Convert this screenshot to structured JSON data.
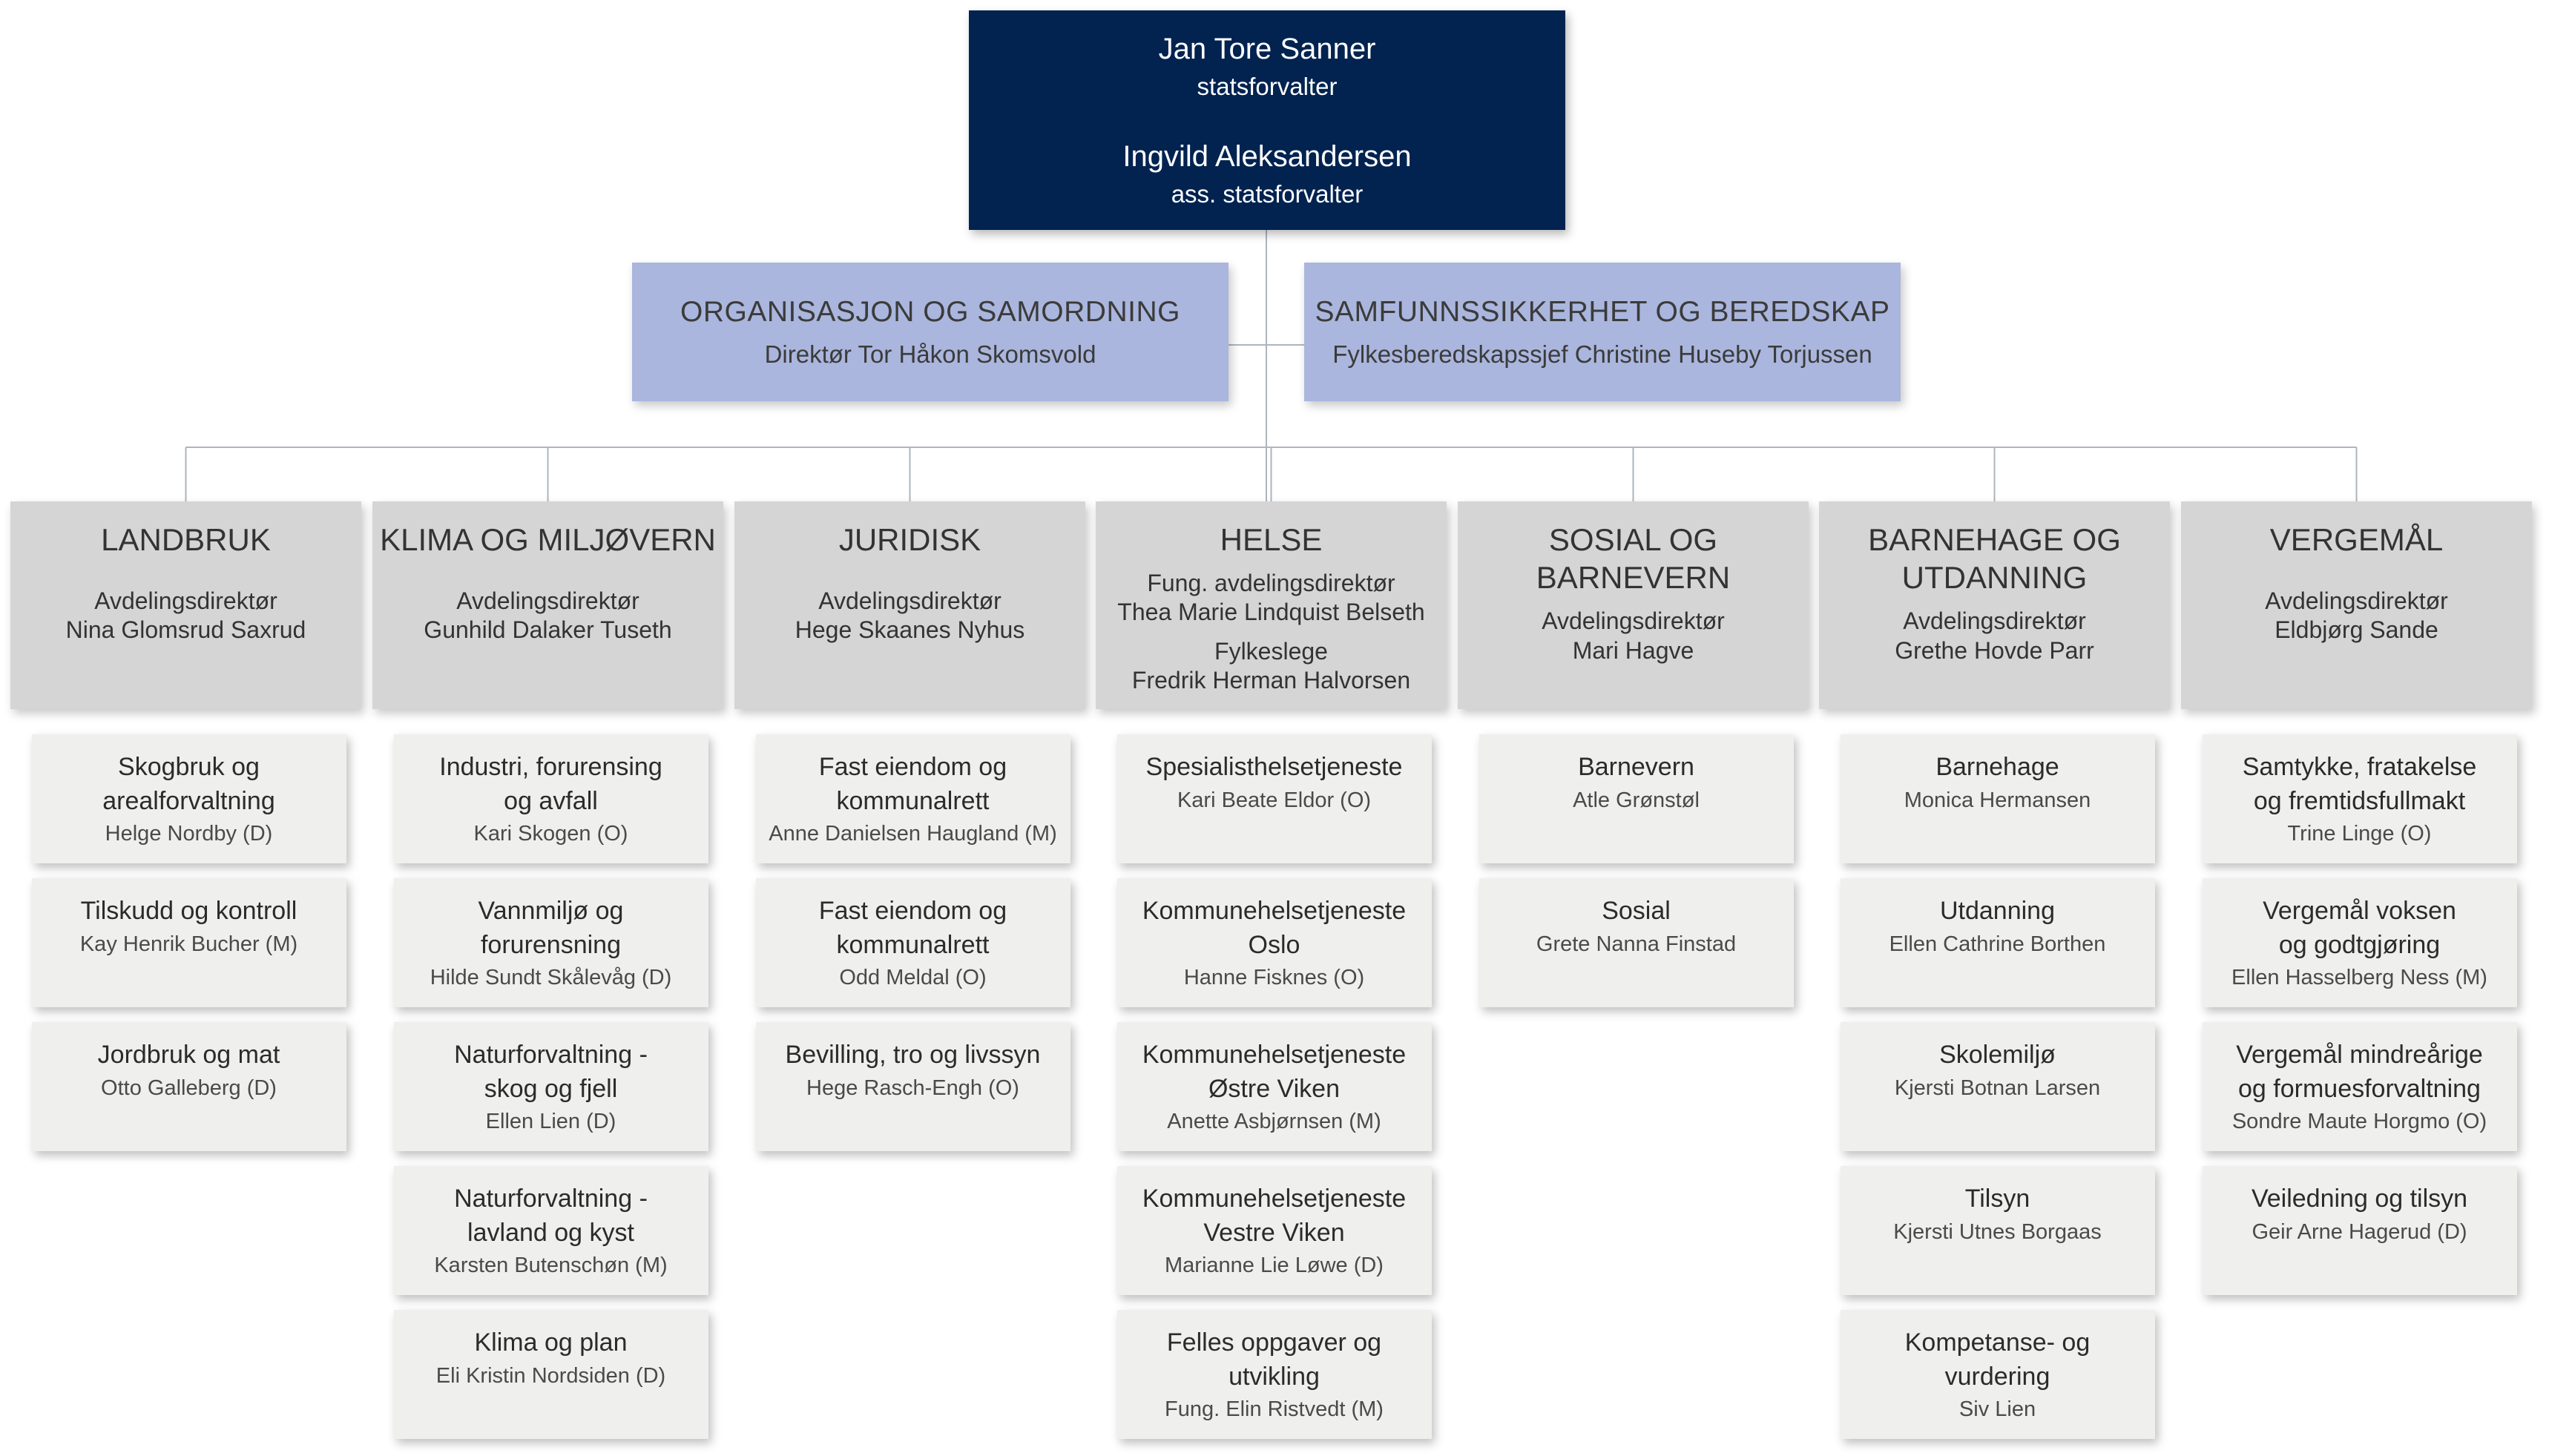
{
  "leadership": {
    "name1": "Jan Tore Sanner",
    "title1": "statsforvalter",
    "name2": "Ingvild Aleksandersen",
    "title2": "ass. statsforvalter"
  },
  "staff_units": [
    {
      "title": "ORGANISASJON OG SAMORDNING",
      "head": "Direktør Tor Håkon Skomsvold"
    },
    {
      "title": "SAMFUNNSSIKKERHET OG BEREDSKAP",
      "head": "Fylkesberedskapssjef Christine Huseby Torjussen"
    }
  ],
  "departments": [
    {
      "title_lines": [
        "LANDBRUK"
      ],
      "head_lines": [
        "Avdelingsdirektør",
        "Nina Glomsrud Saxrud"
      ],
      "sections": [
        {
          "title_lines": [
            "Skogbruk og",
            "arealforvaltning"
          ],
          "person": "Helge Nordby (D)"
        },
        {
          "title_lines": [
            "Tilskudd og kontroll"
          ],
          "person": "Kay Henrik Bucher (M)"
        },
        {
          "title_lines": [
            "Jordbruk og mat"
          ],
          "person": "Otto Galleberg (D)"
        }
      ]
    },
    {
      "title_lines": [
        "KLIMA OG MILJØVERN"
      ],
      "head_lines": [
        "Avdelingsdirektør",
        "Gunhild Dalaker Tuseth"
      ],
      "sections": [
        {
          "title_lines": [
            "Industri, forurensing",
            "og avfall"
          ],
          "person": "Kari Skogen (O)"
        },
        {
          "title_lines": [
            "Vannmiljø og",
            "forurensning"
          ],
          "person": "Hilde Sundt Skålevåg (D)"
        },
        {
          "title_lines": [
            "Naturforvaltning -",
            "skog og fjell"
          ],
          "person": "Ellen Lien (D)"
        },
        {
          "title_lines": [
            "Naturforvaltning -",
            "lavland og kyst"
          ],
          "person": "Karsten Butenschøn (M)"
        },
        {
          "title_lines": [
            "Klima og plan"
          ],
          "person": "Eli Kristin Nordsiden (D)"
        }
      ]
    },
    {
      "title_lines": [
        "JURIDISK"
      ],
      "head_lines": [
        "Avdelingsdirektør",
        "Hege Skaanes Nyhus"
      ],
      "sections": [
        {
          "title_lines": [
            "Fast eiendom og",
            "kommunalrett"
          ],
          "person": "Anne Danielsen Haugland (M)"
        },
        {
          "title_lines": [
            "Fast eiendom og",
            "kommunalrett"
          ],
          "person": "Odd Meldal (O)"
        },
        {
          "title_lines": [
            "Bevilling, tro og livssyn"
          ],
          "person": "Hege Rasch-Engh (O)"
        }
      ]
    },
    {
      "title_lines": [
        "HELSE"
      ],
      "head_lines": [
        "Fung. avdelingsdirektør",
        "Thea Marie Lindquist Belseth"
      ],
      "extra_lines": [
        "Fylkeslege",
        "Fredrik Herman Halvorsen"
      ],
      "sections": [
        {
          "title_lines": [
            "Spesialisthelsetjeneste"
          ],
          "person": "Kari Beate Eldor (O)"
        },
        {
          "title_lines": [
            "Kommunehelsetjeneste",
            "Oslo"
          ],
          "person": "Hanne Fisknes (O)"
        },
        {
          "title_lines": [
            "Kommunehelsetjeneste",
            "Østre Viken"
          ],
          "person": "Anette Asbjørnsen (M)"
        },
        {
          "title_lines": [
            "Kommunehelsetjeneste",
            "Vestre Viken"
          ],
          "person": "Marianne Lie Løwe (D)"
        },
        {
          "title_lines": [
            "Felles oppgaver og",
            "utvikling"
          ],
          "person": "Fung. Elin Ristvedt (M)"
        }
      ]
    },
    {
      "title_lines": [
        "SOSIAL OG",
        "BARNEVERN"
      ],
      "head_lines": [
        "Avdelingsdirektør",
        "Mari Hagve"
      ],
      "sections": [
        {
          "title_lines": [
            "Barnevern"
          ],
          "person": "Atle Grønstøl"
        },
        {
          "title_lines": [
            "Sosial"
          ],
          "person": "Grete Nanna Finstad"
        }
      ]
    },
    {
      "title_lines": [
        "BARNEHAGE OG",
        "UTDANNING"
      ],
      "head_lines": [
        "Avdelingsdirektør",
        "Grethe Hovde Parr"
      ],
      "sections": [
        {
          "title_lines": [
            "Barnehage"
          ],
          "person": "Monica Hermansen"
        },
        {
          "title_lines": [
            "Utdanning"
          ],
          "person": "Ellen Cathrine Borthen"
        },
        {
          "title_lines": [
            "Skolemiljø"
          ],
          "person": "Kjersti Botnan Larsen"
        },
        {
          "title_lines": [
            "Tilsyn"
          ],
          "person": "Kjersti Utnes Borgaas"
        },
        {
          "title_lines": [
            "Kompetanse- og",
            "vurdering"
          ],
          "person": "Siv Lien"
        }
      ]
    },
    {
      "title_lines": [
        "VERGEMÅL"
      ],
      "head_lines": [
        "Avdelingsdirektør",
        "Eldbjørg Sande"
      ],
      "sections": [
        {
          "title_lines": [
            "Samtykke, fratakelse",
            "og fremtidsfullmakt"
          ],
          "person": "Trine Linge (O)"
        },
        {
          "title_lines": [
            "Vergemål voksen",
            "og godtgjøring"
          ],
          "person": "Ellen Hasselberg Ness (M)"
        },
        {
          "title_lines": [
            "Vergemål mindreårige",
            "og formuesforvaltning"
          ],
          "person": "Sondre Maute Horgmo (O)"
        },
        {
          "title_lines": [
            "Veiledning og tilsyn"
          ],
          "person": "Geir Arne Hagerud (D)"
        }
      ]
    }
  ],
  "colors": {
    "top_box": "#022350",
    "staff_box": "#aab6dd",
    "department_box": "#d5d5d5",
    "section_box": "#efefee",
    "connector": "#aeb5bf"
  }
}
